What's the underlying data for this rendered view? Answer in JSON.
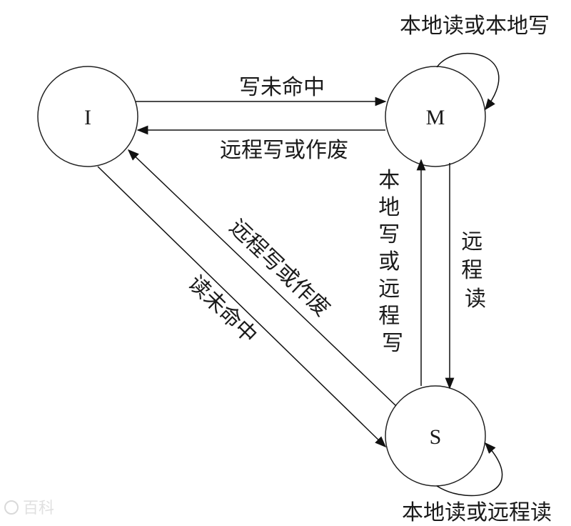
{
  "states": {
    "i": "I",
    "m": "M",
    "s": "S"
  },
  "edges": {
    "i_to_m": "写未命中",
    "m_to_i": "远程写或作废",
    "m_self": "本地读或本地写",
    "s_to_i": "远程写或作废",
    "i_to_s": "读未命中",
    "s_to_m": "本地写或远程写",
    "m_to_s": "远程读",
    "s_self": "本地读或远程读"
  },
  "watermark": {
    "text": "百科"
  }
}
